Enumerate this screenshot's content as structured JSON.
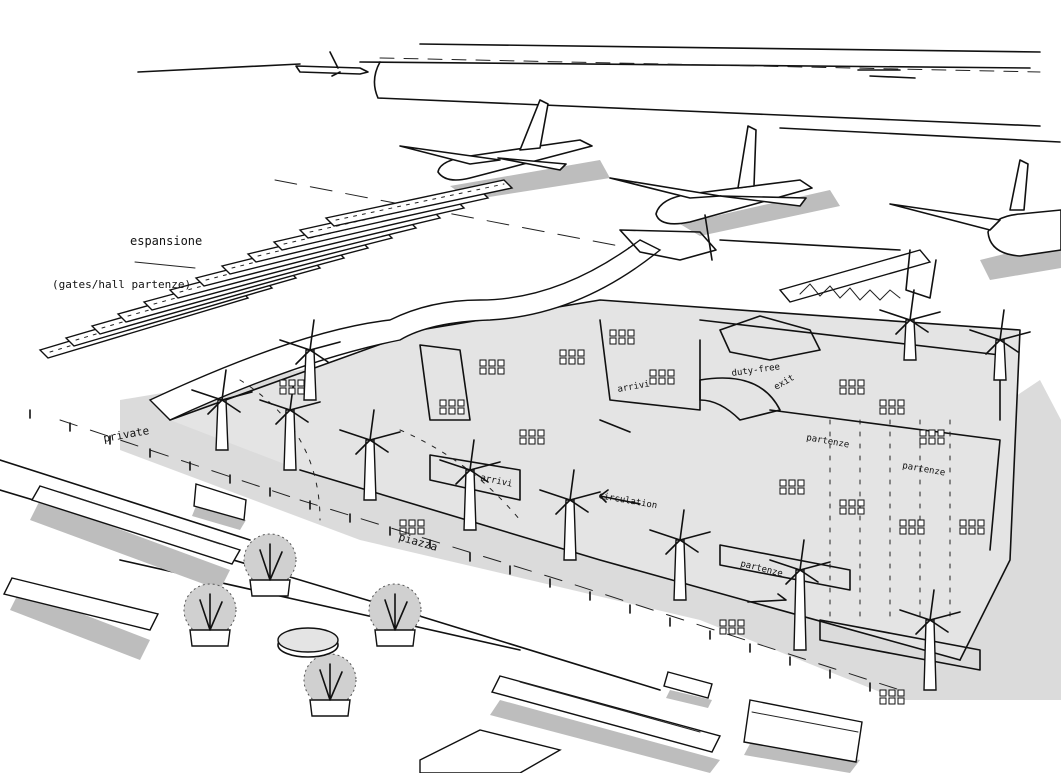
{
  "labels": {
    "expansion": "espansione",
    "expansion_sub": "(gates/hall partenze)",
    "private": "private",
    "piazza": "piazza",
    "arrivi_1": "arrivi",
    "arrivi_2": "arrivi",
    "circulation": "circulation",
    "duty_free": "duty-free",
    "exit": "exit",
    "partenze_1": "partenze",
    "partenze_2": "partenze",
    "partenze_3": "partenze"
  }
}
